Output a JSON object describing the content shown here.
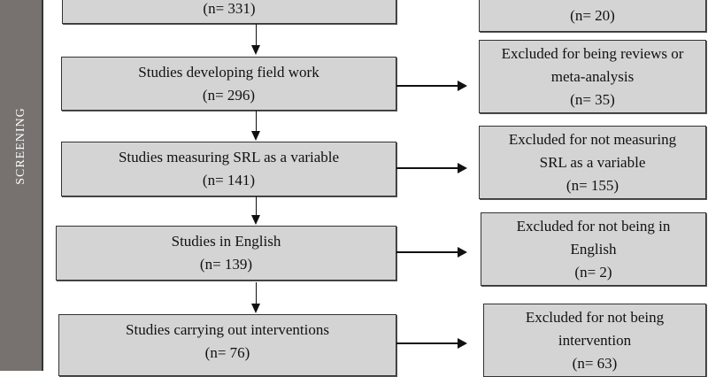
{
  "phase_label": "SCREENING",
  "main_boxes": [
    {
      "title": "",
      "count": "(n= 331)"
    },
    {
      "title": "Studies developing field work",
      "count": "(n= 296)"
    },
    {
      "title": "Studies measuring SRL as a variable",
      "count": "(n= 141)"
    },
    {
      "title": "Studies in English",
      "count": "(n= 139)"
    },
    {
      "title": "Studies carrying out interventions",
      "count": "(n= 76)"
    }
  ],
  "excluded_boxes": [
    {
      "line1": "",
      "line2": "",
      "count": "(n= 20)"
    },
    {
      "line1": "Excluded for being reviews or",
      "line2": "meta-analysis",
      "count": "(n= 35)"
    },
    {
      "line1": "Excluded for not measuring",
      "line2": "SRL as a variable",
      "count": "(n= 155)"
    },
    {
      "line1": "Excluded for not being in",
      "line2": "English",
      "count": "(n= 2)"
    },
    {
      "line1": "Excluded for not being",
      "line2": "intervention",
      "count": "(n= 63)"
    }
  ]
}
